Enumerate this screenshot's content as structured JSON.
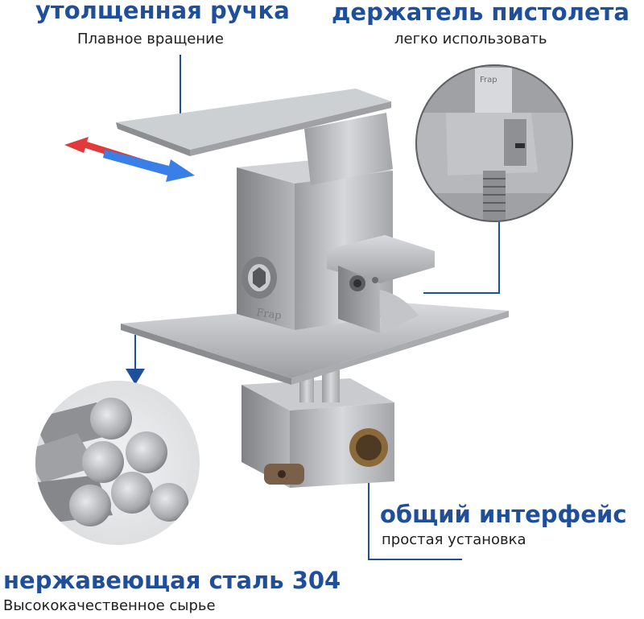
{
  "colors": {
    "accent": "#1f4f9a",
    "text": "#1e1e1e",
    "arrow_hot": "#e03a3a",
    "arrow_cold": "#3a7ee8",
    "steel": "#b9bbbe"
  },
  "features": {
    "handle": {
      "title": "утолщенная ручка",
      "subtitle": "Плавное вращение"
    },
    "holder": {
      "title": "держатель пистолета",
      "subtitle": "легко использовать"
    },
    "interface": {
      "title": "общий интерфейс",
      "subtitle": "простая установка"
    },
    "material": {
      "title": "нержавеющая сталь 304",
      "subtitle": "Высококачественное сырье"
    }
  },
  "brand": {
    "logo_text": "Frap"
  }
}
